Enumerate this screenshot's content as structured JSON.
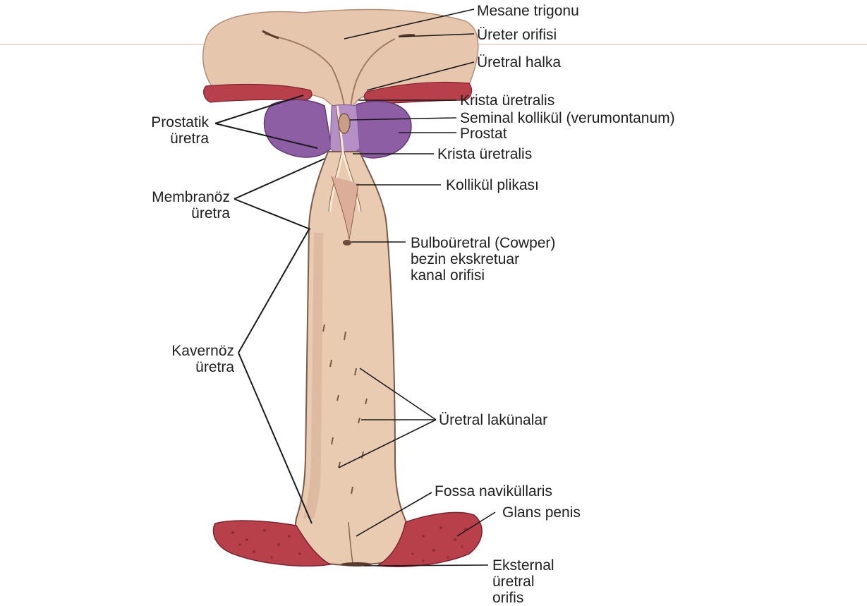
{
  "colors": {
    "tissue": "#e9cbb2",
    "tissue_shade": "#d4a98c",
    "prostate": "#8d5ea3",
    "prostate_light": "#b58fc6",
    "muscle": "#b8404a",
    "muscle_dark": "#7e2430",
    "lumen": "#f7ead6",
    "line": "#1a1a1a",
    "guide_line": "#f2c6c6"
  },
  "labels": {
    "mesane_trigonu": "Mesane trigonu",
    "ureter_orifisi": "Üreter orifisi",
    "uretral_halka": "Üretral halka",
    "krista_uretralis_1": "Krista üretralis",
    "seminal_kollikul": "Seminal kollikül (verumontanum)",
    "prostat": "Prostat",
    "krista_uretralis_2": "Krista üretralis",
    "kollikul_plikasi": "Kollikül plikası",
    "bulbouretral": [
      "Bulboüretral (Cowper)",
      "bezin ekskretuar",
      "kanal orifisi"
    ],
    "uretral_lakunalar": "Üretral lakünalar",
    "fossa_navikularis": "Fossa naviküllaris",
    "glans_penis": "Glans penis",
    "eksternal": [
      "Eksternal",
      "üretral",
      "orifis"
    ],
    "prostatik": [
      "Prostatik",
      "üretra"
    ],
    "membranoz": [
      "Membranöz",
      "üretra"
    ],
    "kavernoz": [
      "Kavernöz",
      "üretra"
    ]
  }
}
